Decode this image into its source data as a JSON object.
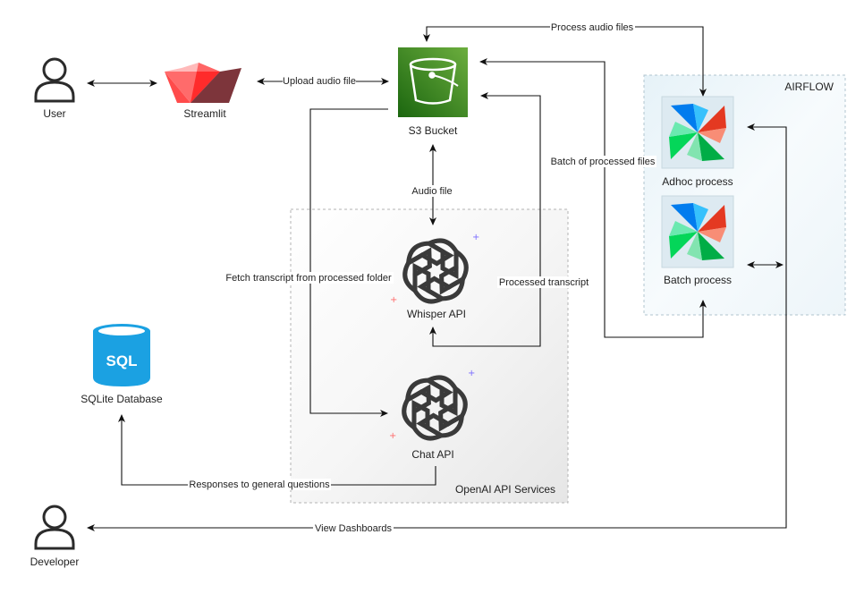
{
  "nodes": {
    "user": "User",
    "streamlit": "Streamlit",
    "s3": "S3 Bucket",
    "whisper": "Whisper API",
    "chat": "Chat API",
    "sqlite": "SQLite Database",
    "developer": "Developer",
    "adhoc": "Adhoc process",
    "batch": "Batch process"
  },
  "groups": {
    "airflow": "AIRFLOW",
    "openai": "OpenAI API Services"
  },
  "icons": {
    "sql_text": "SQL"
  },
  "edges": {
    "upload": "Upload audio file",
    "process_audio": "Process audio files",
    "batch_processed": "Batch of processed files",
    "audio_file": "Audio file",
    "fetch_transcript": "Fetch transcript from processed folder",
    "processed_transcript": "Processed transcript",
    "responses": "Responses to general questions",
    "view_dashboards": "View Dashboards"
  },
  "colors": {
    "streamlit_red": "#ff4b4b",
    "s3_green": "#3f8624",
    "sqlite_blue": "#1ba1e2",
    "openai_gray": "#3a3a3a",
    "airflow_bg": "#eef6fa",
    "openai_bg": "#f2f2f2"
  }
}
